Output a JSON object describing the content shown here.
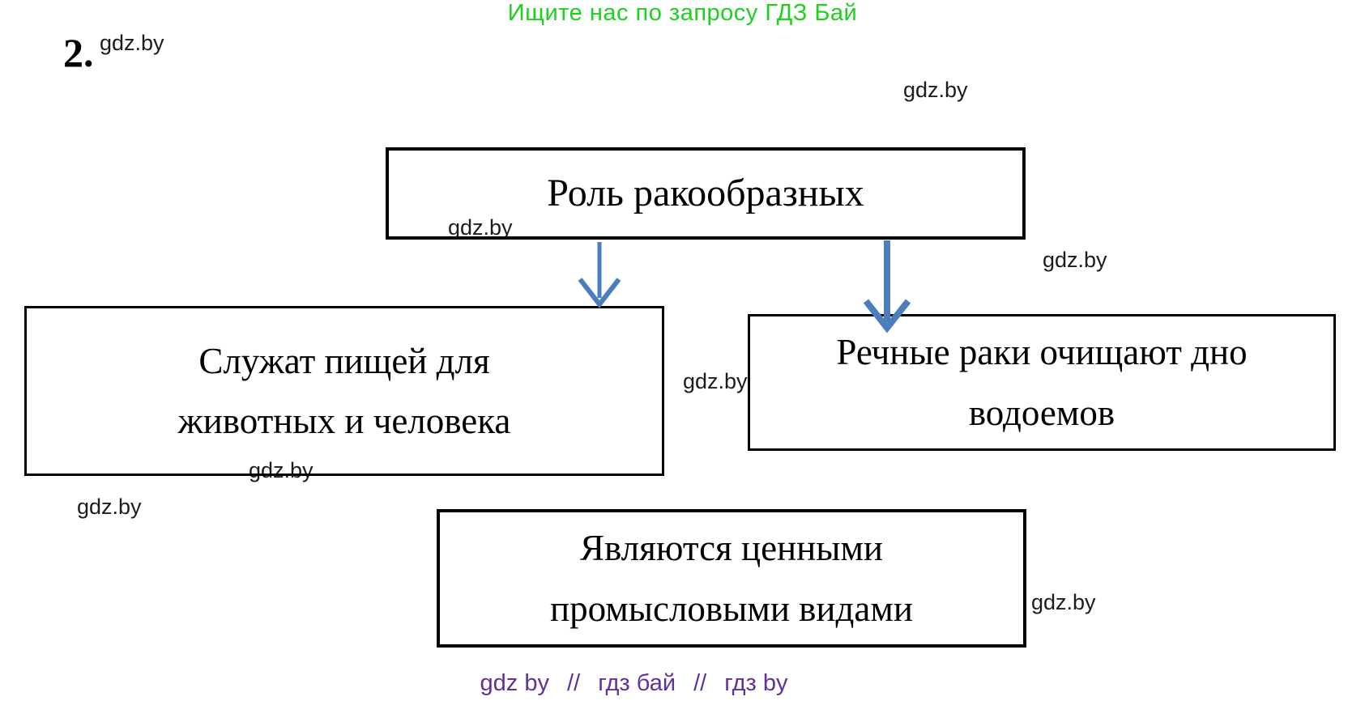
{
  "header": {
    "promo_text": "Ищите нас по запросу ГДЗ Бай"
  },
  "exercise_number": "2.",
  "watermarks": [
    {
      "label": "gdz.by"
    },
    {
      "label": "gdz.by"
    },
    {
      "label": "gdz.by"
    },
    {
      "label": "gdz.by"
    },
    {
      "label": "gdz.by"
    },
    {
      "label": "gdz.by"
    },
    {
      "label": "gdz.by"
    },
    {
      "label": "gdz.by"
    }
  ],
  "diagram": {
    "root": {
      "label": "Роль ракообразных"
    },
    "children": [
      {
        "lines": [
          "Служат пищей для",
          "животных и человека"
        ]
      },
      {
        "lines": [
          "Речные раки очищают дно",
          "водоемов"
        ]
      },
      {
        "lines": [
          "Являются ценными",
          "промысловыми видами"
        ]
      }
    ]
  },
  "footer": {
    "parts": [
      "gdz by",
      "гдз бай",
      "гдз by"
    ],
    "separator": "//"
  },
  "colors": {
    "promo_green": "#20d020",
    "arrow_blue": "#4a7ebc",
    "footer_purple": "#62309b",
    "box_border": "#000000",
    "watermark_gray": "#1c1c1c"
  }
}
